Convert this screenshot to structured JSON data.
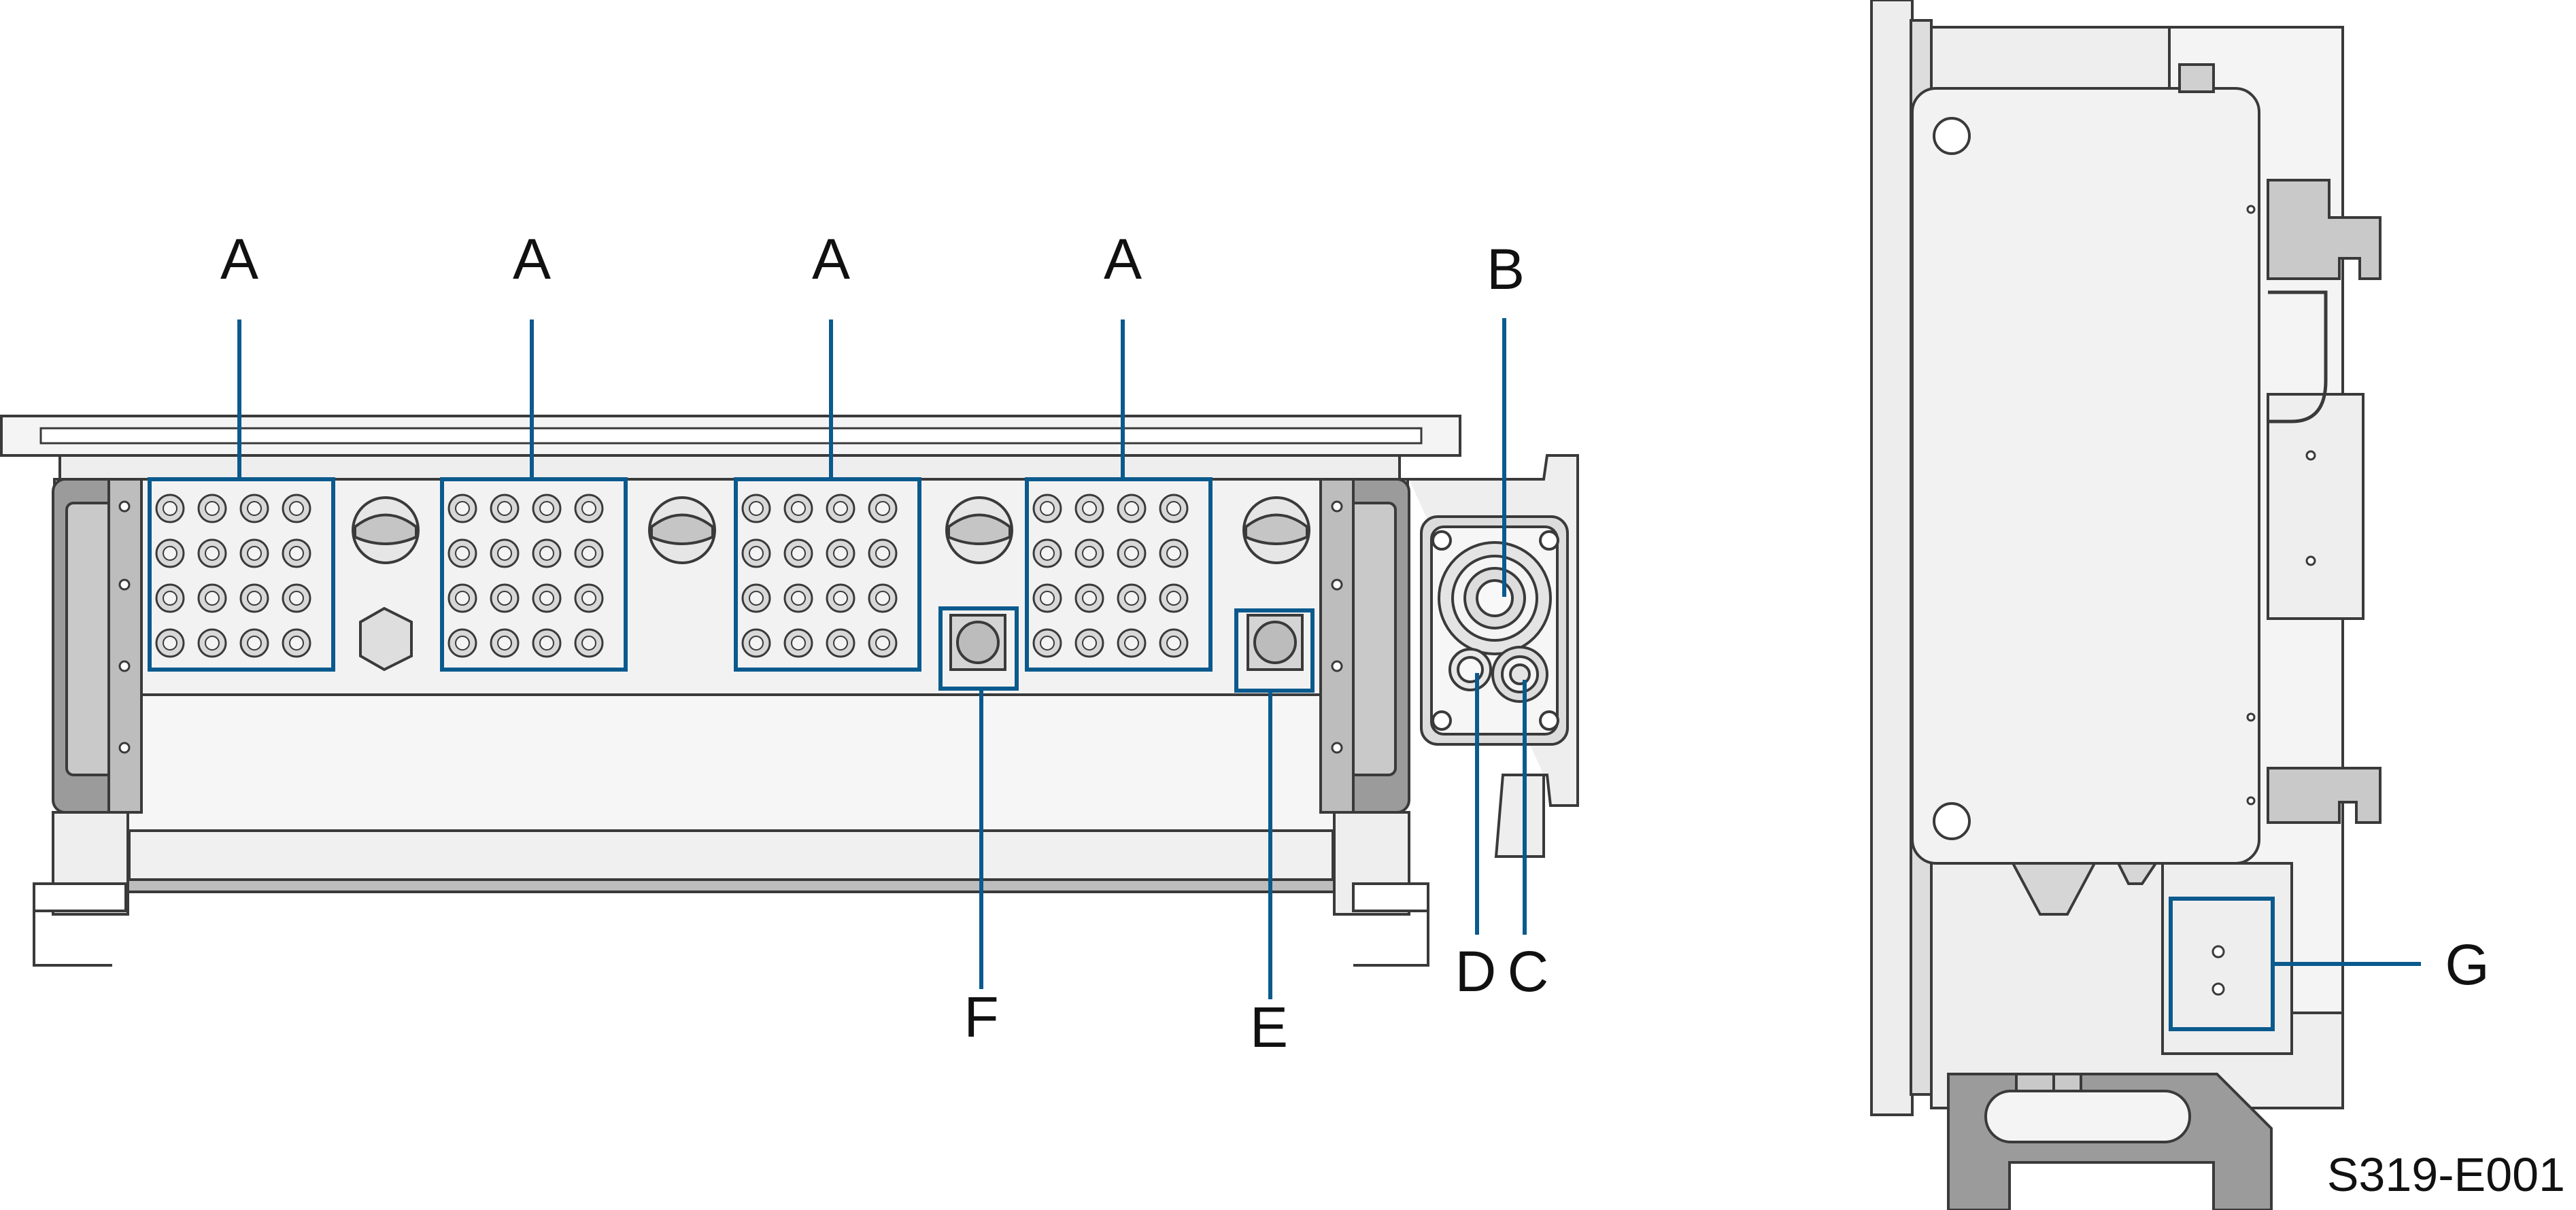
{
  "diagram": {
    "colors": {
      "callout": "#0a5a8e",
      "outline": "#3a3a3a",
      "body_fill": "#f2f2f2",
      "panel_fill": "#f7f7f7",
      "dark_part": "#9b9b9b",
      "mid_part": "#c9c9c9"
    },
    "labels": {
      "a1": "A",
      "a2": "A",
      "a3": "A",
      "a4": "A",
      "b": "B",
      "c": "C",
      "d": "D",
      "e": "E",
      "f": "F",
      "g": "G"
    },
    "figure_code": "S319-E001"
  }
}
